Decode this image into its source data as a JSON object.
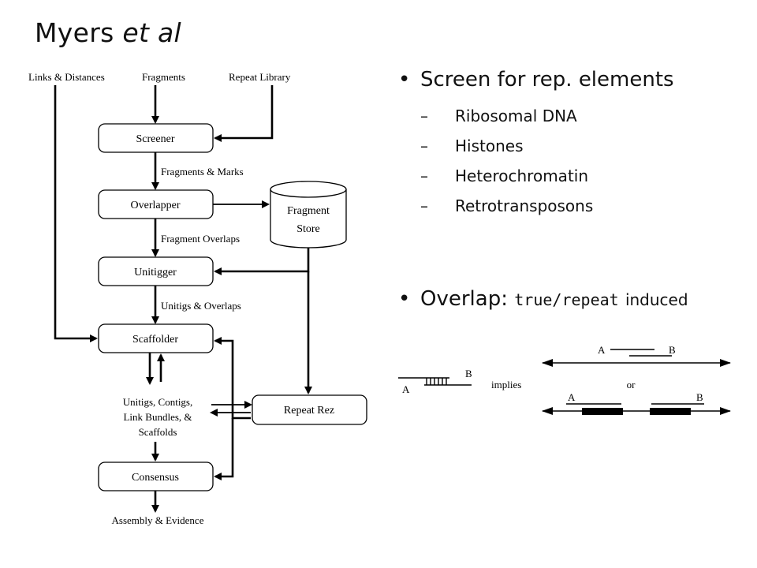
{
  "title": {
    "main": "Myers",
    "italic": "et al"
  },
  "pipeline": {
    "inputs": {
      "links": "Links & Distances",
      "fragments": "Fragments",
      "repeat_library": "Repeat Library"
    },
    "stages": {
      "screener": "Screener",
      "overlapper": "Overlapper",
      "unitigger": "Unitigger",
      "scaffolder": "Scaffolder",
      "repeat_rez": "Repeat Rez",
      "consensus": "Consensus"
    },
    "store": {
      "line1": "Fragment",
      "line2": "Store"
    },
    "edges": {
      "fragments_marks": "Fragments & Marks",
      "fragment_overlaps": "Fragment Overlaps",
      "unitigs_overlaps": "Unitigs & Overlaps"
    },
    "intermediate": {
      "l1": "Unitigs, Contigs,",
      "l2": "Link Bundles, &",
      "l3": "Scaffolds"
    },
    "output": "Assembly & Evidence"
  },
  "bullets": {
    "b1": "Screen for rep. elements",
    "subs": [
      "Ribosomal DNA",
      "Histones",
      "Heterochromatin",
      "Retrotransposons"
    ],
    "bullet_char": "•",
    "dash_char": "–",
    "b2_main": "Overlap:",
    "b2_mono": "true/repeat",
    "b2_tail": "induced"
  },
  "overlap_figure": {
    "a": "A",
    "b": "B",
    "implies": "implies",
    "or": "or"
  }
}
